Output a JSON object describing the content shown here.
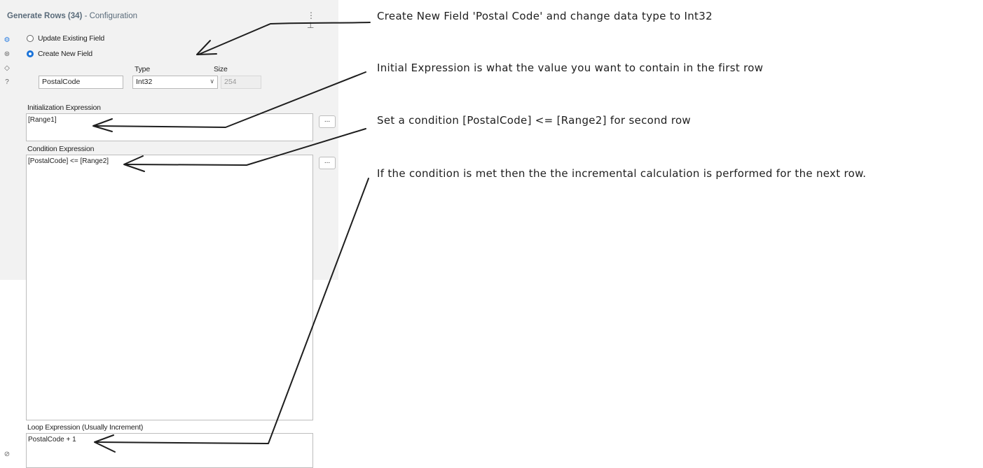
{
  "panel": {
    "title_bold": "Generate Rows (34)",
    "title_rest": " - Configuration",
    "header_icons": "⋮ ⊥",
    "side_icons": [
      "gear-icon",
      "arrow-circle-icon",
      "tag-icon",
      "help-icon"
    ],
    "radio_update": "Update Existing Field",
    "radio_create": "Create New  Field",
    "type_label": "Type",
    "size_label": "Size",
    "field_name": "PostalCode",
    "type_value": "Int32",
    "size_value": "254",
    "init_label": "Initialization Expression",
    "init_value": "[Range1]",
    "cond_label": "Condition Expression",
    "cond_value": "[PostalCode] <= [Range2]",
    "loop_label": "Loop Expression (Usually Increment)",
    "loop_value": "PostalCode + 1",
    "dots": "..."
  },
  "annotations": {
    "note1": "Create New Field 'Postal Code' and change data type to Int32",
    "note2": "Initial Expression is what the value you want to contain in the first row",
    "note3": "Set a condition [PostalCode] <= [Range2] for second row",
    "note4": "If the condition is met then the the incremental calculation is performed for the next row."
  },
  "colors": {
    "accent": "#1a73d9",
    "panel_bg": "#f2f2f2"
  }
}
